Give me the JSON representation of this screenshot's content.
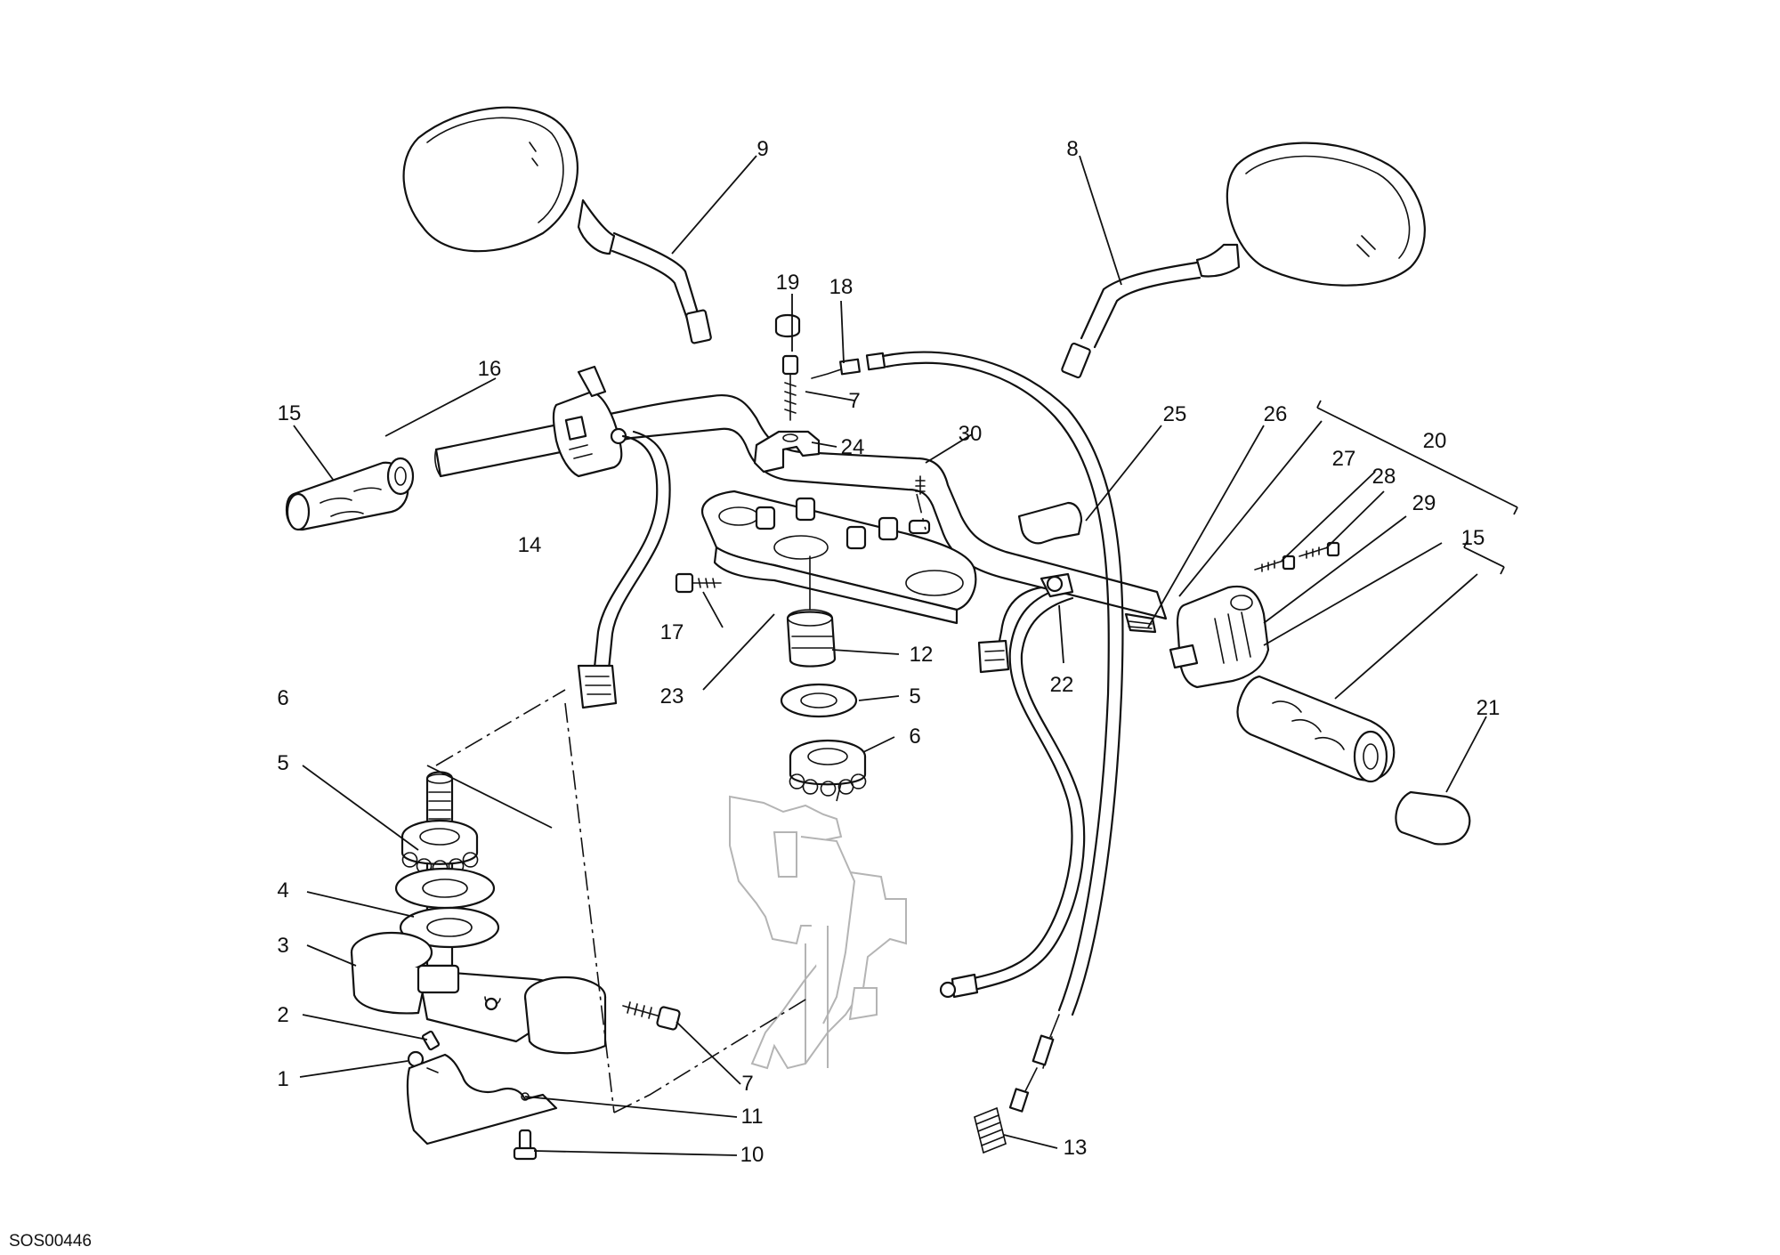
{
  "drawing_code": "SOS00446",
  "callouts": [
    {
      "id": "c1",
      "label": "1"
    },
    {
      "id": "c2",
      "label": "2"
    },
    {
      "id": "c3",
      "label": "3"
    },
    {
      "id": "c4",
      "label": "4"
    },
    {
      "id": "c5a",
      "label": "5"
    },
    {
      "id": "c6a",
      "label": "6"
    },
    {
      "id": "c7a",
      "label": "7"
    },
    {
      "id": "c8",
      "label": "8"
    },
    {
      "id": "c9",
      "label": "9"
    },
    {
      "id": "c10",
      "label": "10"
    },
    {
      "id": "c11",
      "label": "11"
    },
    {
      "id": "c12",
      "label": "12"
    },
    {
      "id": "c13",
      "label": "13"
    },
    {
      "id": "c14",
      "label": "14"
    },
    {
      "id": "c15a",
      "label": "15"
    },
    {
      "id": "c16",
      "label": "16"
    },
    {
      "id": "c17",
      "label": "17"
    },
    {
      "id": "c18",
      "label": "18"
    },
    {
      "id": "c19",
      "label": "19"
    },
    {
      "id": "c20",
      "label": "20"
    },
    {
      "id": "c21",
      "label": "21"
    },
    {
      "id": "c22",
      "label": "22"
    },
    {
      "id": "c23",
      "label": "23"
    },
    {
      "id": "c24",
      "label": "24"
    },
    {
      "id": "c25",
      "label": "25"
    },
    {
      "id": "c26",
      "label": "26"
    },
    {
      "id": "c27",
      "label": "27"
    },
    {
      "id": "c28",
      "label": "28"
    },
    {
      "id": "c29",
      "label": "29"
    },
    {
      "id": "c30",
      "label": "30"
    },
    {
      "id": "c5b",
      "label": "5"
    },
    {
      "id": "c6b",
      "label": "6"
    },
    {
      "id": "c7b",
      "label": "7"
    },
    {
      "id": "c15b",
      "label": "15"
    }
  ]
}
